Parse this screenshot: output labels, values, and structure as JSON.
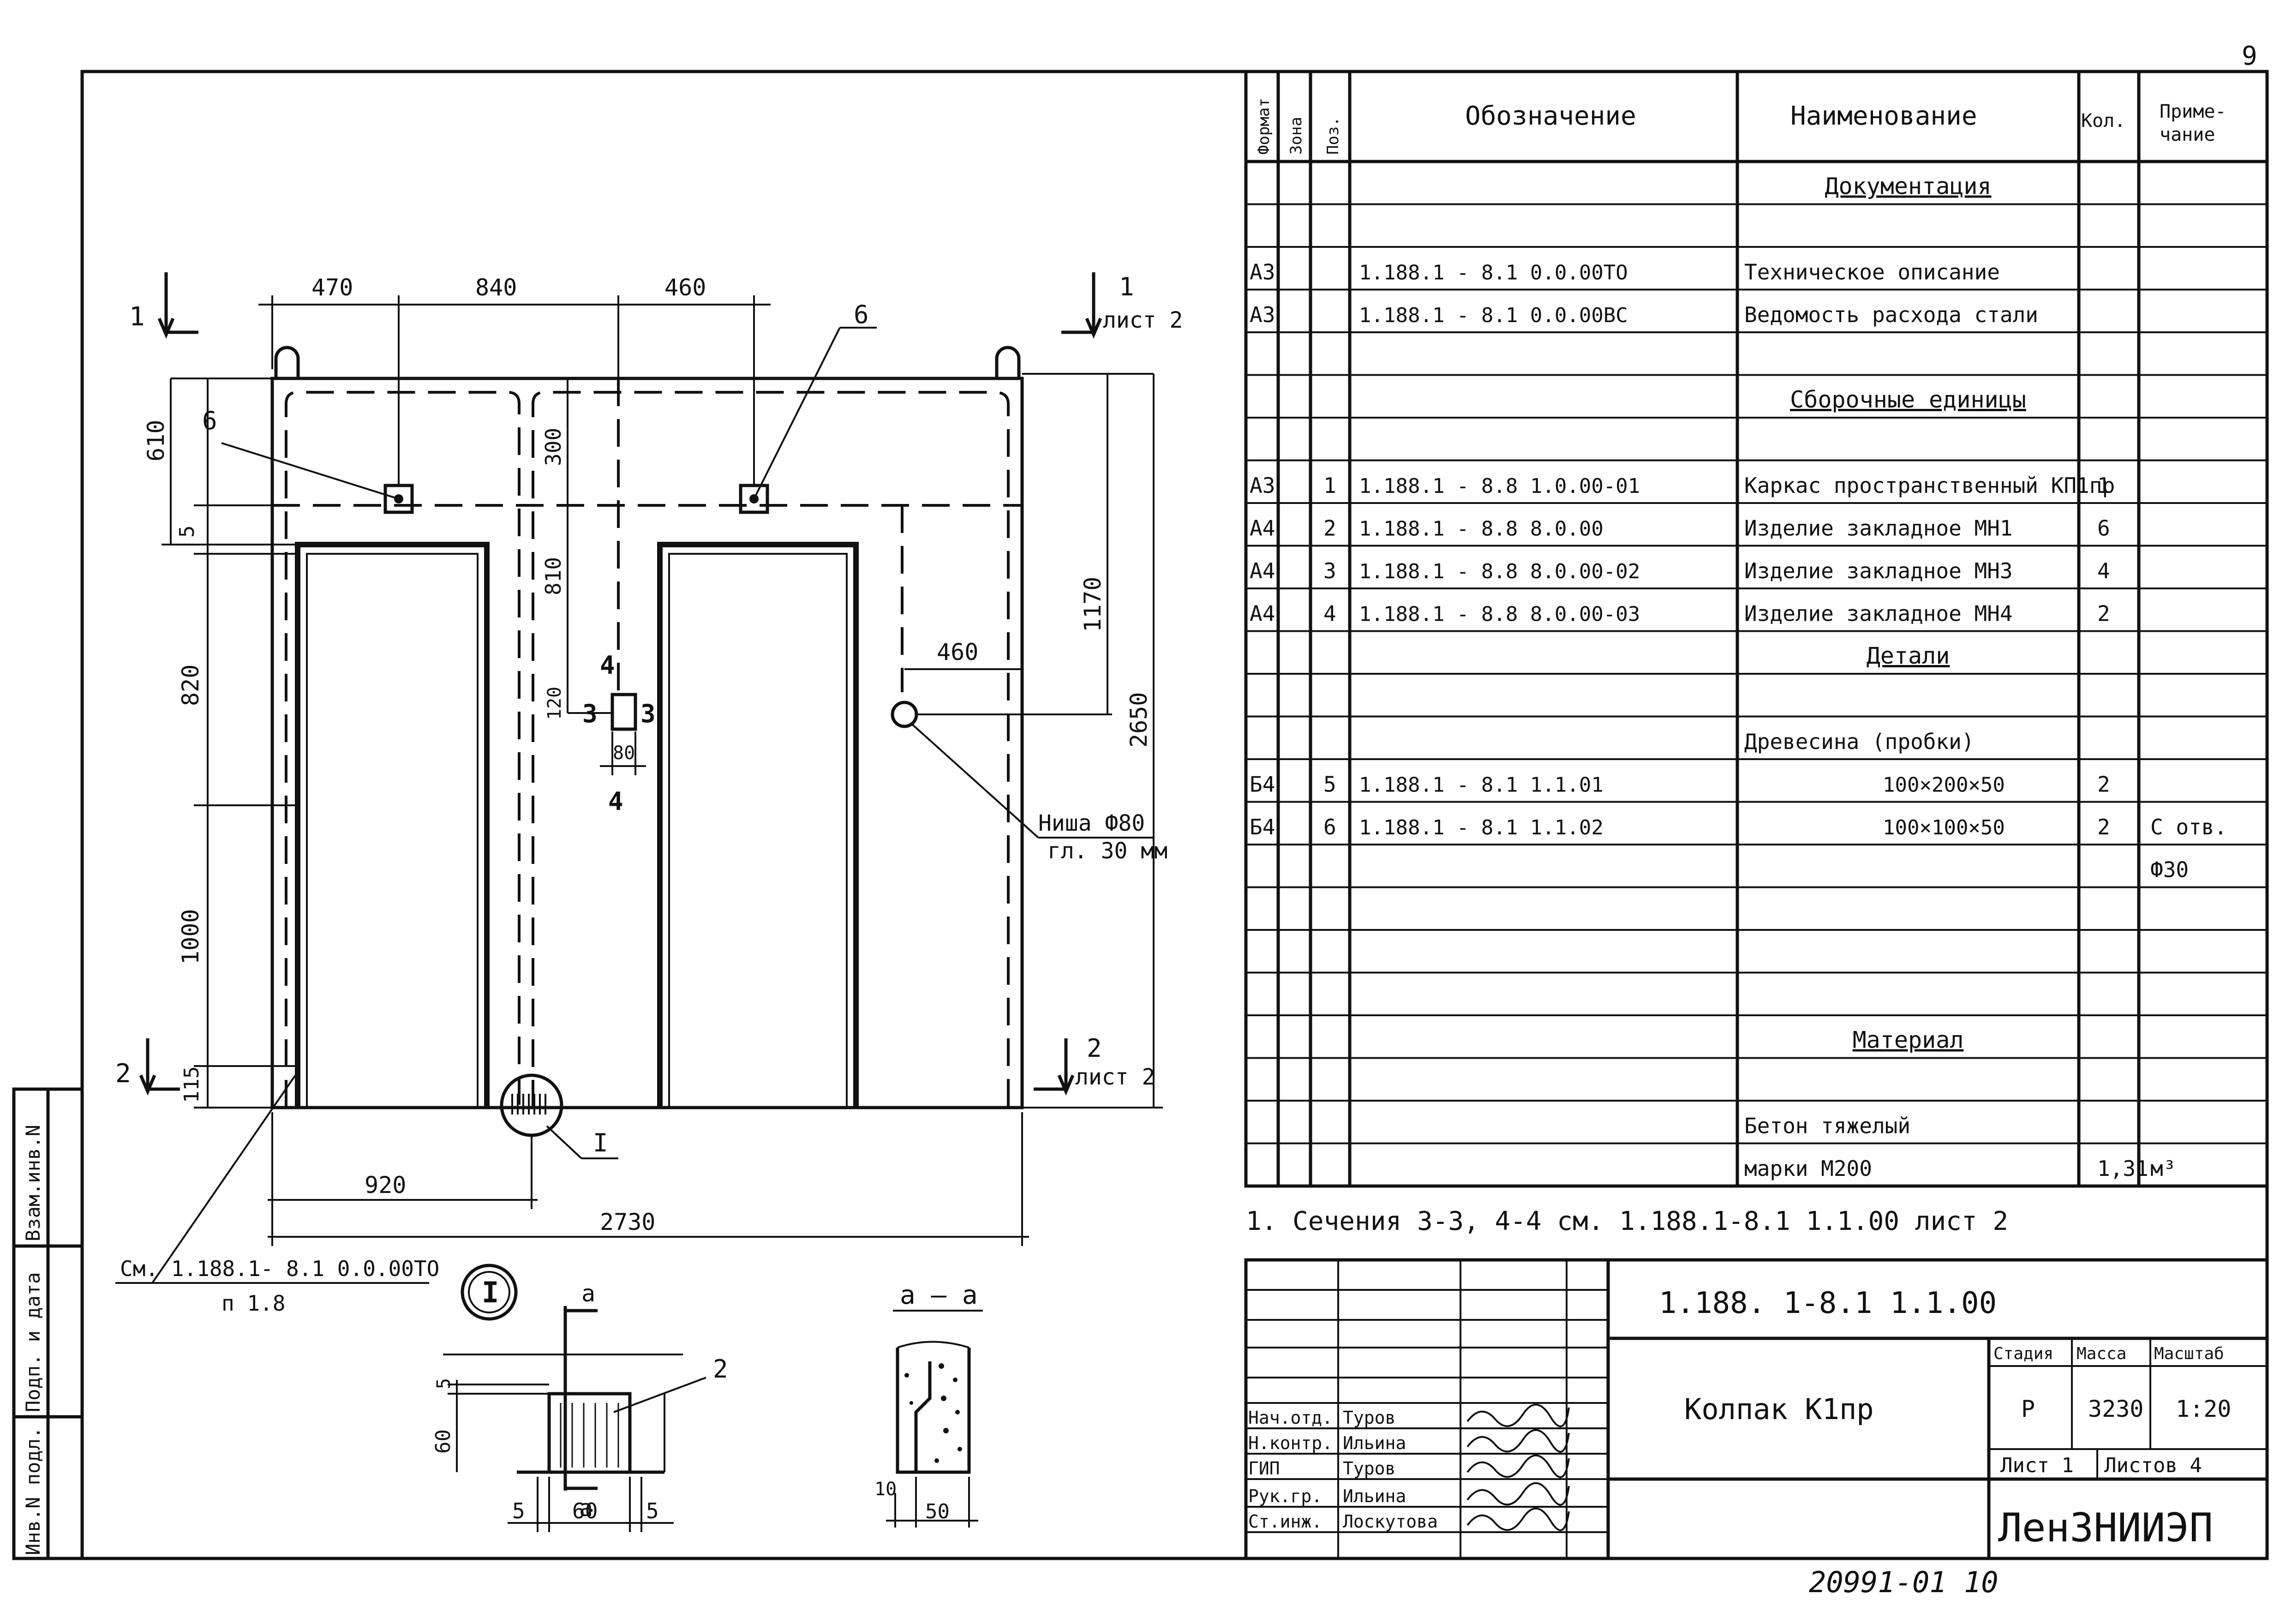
{
  "page_number": "9",
  "spec_table": {
    "headers": {
      "format": "Формат",
      "zone": "Зона",
      "pos": "Поз.",
      "designation": "Обозначение",
      "name": "Наименование",
      "qty": "Кол.",
      "note": "Приме-чание"
    },
    "rows": [
      {
        "format": "",
        "pos": "",
        "designation": "",
        "name": "Документация",
        "qty": "",
        "note": "",
        "section": true
      },
      {
        "format": "",
        "pos": "",
        "designation": "",
        "name": "",
        "qty": "",
        "note": ""
      },
      {
        "format": "А3",
        "pos": "",
        "designation": "1.188.1 - 8.1   0.0.00ТО",
        "name": "Техническое описание",
        "qty": "",
        "note": ""
      },
      {
        "format": "А3",
        "pos": "",
        "designation": "1.188.1 - 8.1   0.0.00ВС",
        "name": "Ведомость расхода стали",
        "qty": "",
        "note": ""
      },
      {
        "format": "",
        "pos": "",
        "designation": "",
        "name": "",
        "qty": "",
        "note": ""
      },
      {
        "format": "",
        "pos": "",
        "designation": "",
        "name": "Сборочные единицы",
        "qty": "",
        "note": "",
        "section": true
      },
      {
        "format": "",
        "pos": "",
        "designation": "",
        "name": "",
        "qty": "",
        "note": ""
      },
      {
        "format": "А3",
        "pos": "1",
        "designation": "1.188.1 - 8.8   1.0.00-01",
        "name": "Каркас пространственный КП1пр",
        "qty": "1",
        "note": ""
      },
      {
        "format": "А4",
        "pos": "2",
        "designation": "1.188.1 - 8.8   8.0.00",
        "name": "Изделие закладное МН1",
        "qty": "6",
        "note": ""
      },
      {
        "format": "А4",
        "pos": "3",
        "designation": "1.188.1 - 8.8   8.0.00-02",
        "name": "Изделие закладное МН3",
        "qty": "4",
        "note": ""
      },
      {
        "format": "А4",
        "pos": "4",
        "designation": "1.188.1 - 8.8   8.0.00-03",
        "name": "Изделие закладное МН4",
        "qty": "2",
        "note": ""
      },
      {
        "format": "",
        "pos": "",
        "designation": "",
        "name": "Детали",
        "qty": "",
        "note": "",
        "section": true
      },
      {
        "format": "",
        "pos": "",
        "designation": "",
        "name": "",
        "qty": "",
        "note": ""
      },
      {
        "format": "",
        "pos": "",
        "designation": "",
        "name": "Древесина (пробки)",
        "qty": "",
        "note": ""
      },
      {
        "format": "Б4",
        "pos": "5",
        "designation": "1.188.1 - 8.1   1.1.01",
        "name": "100×200×50",
        "qty": "2",
        "note": ""
      },
      {
        "format": "Б4",
        "pos": "6",
        "designation": "1.188.1 - 8.1   1.1.02",
        "name": "100×100×50",
        "qty": "2",
        "note": "С отв."
      },
      {
        "format": "",
        "pos": "",
        "designation": "",
        "name": "",
        "qty": "",
        "note": "Ф30"
      },
      {
        "format": "",
        "pos": "",
        "designation": "",
        "name": "",
        "qty": "",
        "note": ""
      },
      {
        "format": "",
        "pos": "",
        "designation": "",
        "name": "",
        "qty": "",
        "note": ""
      },
      {
        "format": "",
        "pos": "",
        "designation": "",
        "name": "",
        "qty": "",
        "note": ""
      },
      {
        "format": "",
        "pos": "",
        "designation": "",
        "name": "Материал",
        "qty": "",
        "note": "",
        "section": true
      },
      {
        "format": "",
        "pos": "",
        "designation": "",
        "name": "",
        "qty": "",
        "note": ""
      },
      {
        "format": "",
        "pos": "",
        "designation": "",
        "name": "Бетон тяжелый",
        "qty": "",
        "note": ""
      },
      {
        "format": "",
        "pos": "",
        "designation": "",
        "name": "марки М200",
        "qty": "1,31",
        "note": "м³"
      }
    ]
  },
  "note": "1. Сечения  3-3, 4-4 см. 1.188.1-8.1 1.1.00 лист 2",
  "title_block": {
    "code": "1.188. 1-8.1     1.1.00",
    "product_name": "Колпак К1пр",
    "stage_label": "Стадия",
    "mass_label": "Масса",
    "scale_label": "Масштаб",
    "stage": "Р",
    "mass": "3230",
    "scale": "1:20",
    "sheet": "Лист 1",
    "sheets": "Листов 4",
    "organization": "ЛенЗНИИЭП",
    "signatures": [
      {
        "role": "Нач.отд.",
        "name": "Туров"
      },
      {
        "role": "Н.контр.",
        "name": "Ильина"
      },
      {
        "role": "ГИП",
        "name": "Туров"
      },
      {
        "role": "Рук.гр.",
        "name": "Ильина"
      },
      {
        "role": "Ст.инж.",
        "name": "Лоскутова"
      }
    ]
  },
  "margin_stamps": [
    "Инв.N подл.",
    "Подп. и дата",
    "Взам.инв.N"
  ],
  "bottom_number": "20991-01  10",
  "drawing": {
    "dims_top": [
      "470",
      "840",
      "460"
    ],
    "dims_left": [
      "610",
      "5",
      "820",
      "1000",
      "115"
    ],
    "dim_300": "300",
    "dim_810": "810",
    "dim_120": "120",
    "dim_80": "80",
    "dim_460": "460",
    "dim_1170": "1170",
    "dim_2650": "2650",
    "dim_920": "920",
    "dim_2730": "2730",
    "callout_6": "6",
    "section_1": "1",
    "section_1_sheet": "лист 2",
    "section_2": "2",
    "section_2_sheet": "лист 2",
    "niche_label_1": "Ниша Ф80",
    "niche_label_2": "гл. 30 мм",
    "ref_label_1": "См. 1.188.1- 8.1  0.0.00ТО",
    "ref_label_2": "п 1.8",
    "detail_marker": "I",
    "detail_callout": "2",
    "detail_dims": [
      "5",
      "60",
      "5",
      "60",
      "5"
    ],
    "section_aa": "а — а",
    "section_a": "а",
    "aa_dims": [
      "10",
      "50"
    ],
    "label_3": "3",
    "label_4": "4"
  }
}
